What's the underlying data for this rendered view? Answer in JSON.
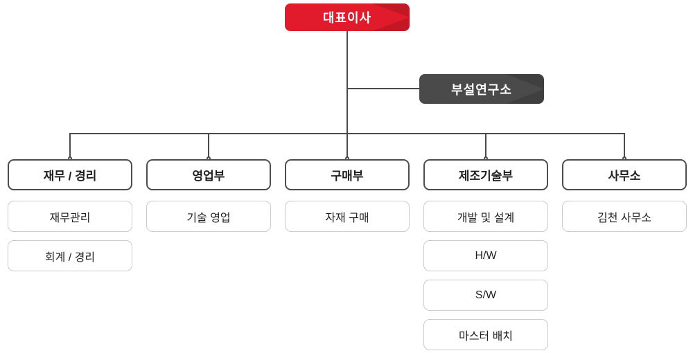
{
  "palette": {
    "brand-red": "#e21b2c",
    "dark-gray": "#4a4a4a",
    "line-color": "#4a4a4a",
    "dept-border": "#4d4d4d",
    "sub-border": "#cbcbcb",
    "text-dark": "#1f1f1f"
  },
  "root": {
    "label": "대표이사"
  },
  "research": {
    "label": "부설연구소"
  },
  "columns": [
    {
      "title": "재무 / 경리",
      "items": [
        "재무관리",
        "회계 / 경리"
      ]
    },
    {
      "title": "영업부",
      "items": [
        "기술 영업"
      ]
    },
    {
      "title": "구매부",
      "items": [
        "자재 구매"
      ]
    },
    {
      "title": "제조기술부",
      "items": [
        "개발 및 설계",
        "H/W",
        "S/W",
        "마스터 배치"
      ]
    },
    {
      "title": "사무소",
      "items": [
        "김천 사무소"
      ]
    }
  ]
}
